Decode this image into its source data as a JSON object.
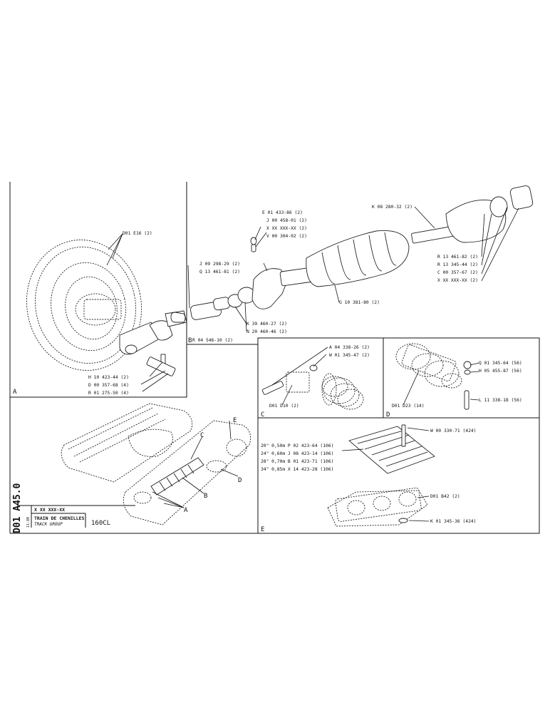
{
  "doc": {
    "code": "D01 A45.0",
    "date": "11-80",
    "title_fr": "TRAIN DE CHENILLES",
    "title_en": "TRACK GROUP",
    "model": "160CL",
    "ref": "X XX XXX-XX"
  },
  "sections": {
    "a": "A",
    "b": "B",
    "c": "C",
    "d": "D",
    "e": "E"
  },
  "callouts": {
    "a1": "D01 E16 (2)",
    "a2": "H 10 423-44 (2)",
    "a3": "D 00 357-68 (4)",
    "a4": "R 01 275-50 (4)",
    "b1": "E 01 433-86 (2)",
    "b2": "J 00 458-01 (2)",
    "b3": "X XX XXX-XX (2)",
    "b4": "V 00 304-02 (2)",
    "b5": "J 09 298-29 (2)",
    "b6": "Q 13 461-81 (2)",
    "b7": "K 39 460-27 (2)",
    "b8": "N 20 460-46 (2)",
    "b9": "R 04 546-10 (2)",
    "b10": "K 08 280-32 (2)",
    "b11": "R 13 461-82 (2)",
    "b12": "R 13 345-44 (2)",
    "b13": "C 00 357-67 (2)",
    "b14": "X XX XXX-XX (2)",
    "b15": "G 10 381-80 (2)",
    "c1": "A 04 338-26 (2)",
    "c2": "W 01 345-47 (2)",
    "c3": "D01 D10 (2)",
    "d1": "Q 01 345-64 (56)",
    "d2": "H 05 455-87 (56)",
    "d3": "L 11 338-18 (56)",
    "d4": "D01 D23 (14)",
    "e1": "W 00 330-71 (424)",
    "e2": "20\" 0,50m P 02 423-64 (106)",
    "e3": "24\" 0,60m J 08 423-14 (106)",
    "e4": "28\" 0,70m B 01 423-71 (106)",
    "e5": "34\" 0,85m X 14 423-28 (106)",
    "e6": "D01 B42 (2)",
    "e7": "K 01 345-36 (424)"
  },
  "overview": {
    "a": "A",
    "b": "B",
    "c": "C",
    "d": "D",
    "e": "E"
  }
}
